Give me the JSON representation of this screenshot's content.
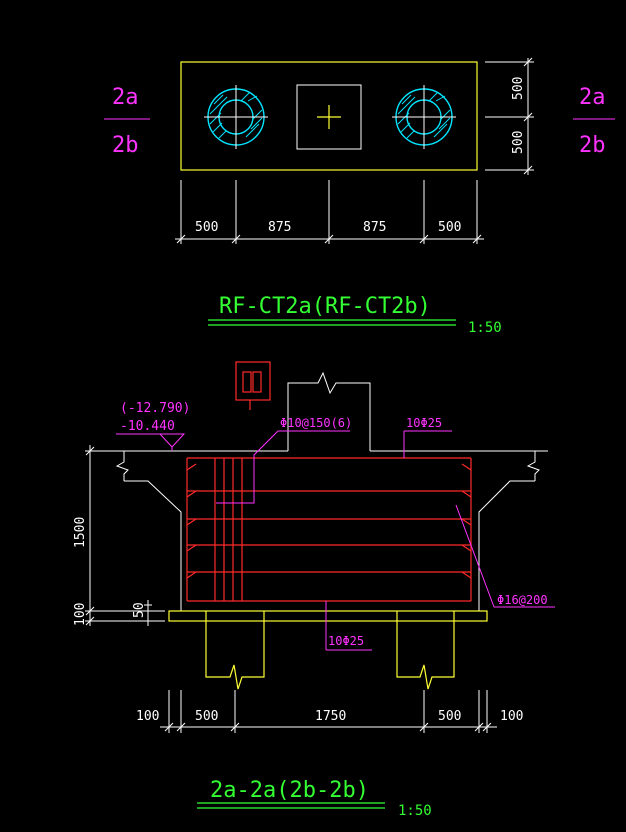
{
  "plan": {
    "section_mark_top": "2a",
    "section_mark_bottom": "2b",
    "dim_right_top": "500",
    "dim_right_bottom": "500",
    "dims_bottom": [
      "500",
      "875",
      "875",
      "500"
    ],
    "title": "RF-CT2a(RF-CT2b)",
    "scale": "1:50"
  },
  "section": {
    "elev_upper": "(-12.790)",
    "elev_lower": "-10.440",
    "rebar_stirrup": "Φ10@150(6)",
    "rebar_top": "10Φ25",
    "rebar_bottom": "10Φ25",
    "rebar_side": "Φ16@200",
    "dim_height_main": "1500",
    "dim_height_cover": "100",
    "dim_height_small": "50",
    "dims_bottom": [
      "100",
      "500",
      "1750",
      "500",
      "100"
    ],
    "title": "2a-2a(2b-2b)",
    "scale": "1:50"
  }
}
